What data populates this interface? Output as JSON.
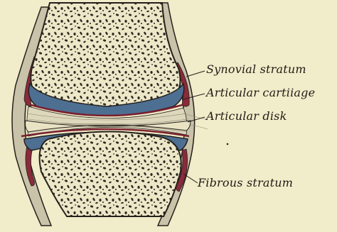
{
  "labels": {
    "synovial": "Synovial stratum",
    "cartilage": "Articular cartiiage",
    "disk": "Articular disk",
    "fibrous": "Fibrous stratum"
  },
  "colors": {
    "paper": "#f1ecc9",
    "bone": "#ebe6c6",
    "trabecula": "#2b2722",
    "cartilage": "#4d6f92",
    "synovial": "#8a2a3a",
    "capsule": "#c4bfa6",
    "outline": "#25211c"
  }
}
